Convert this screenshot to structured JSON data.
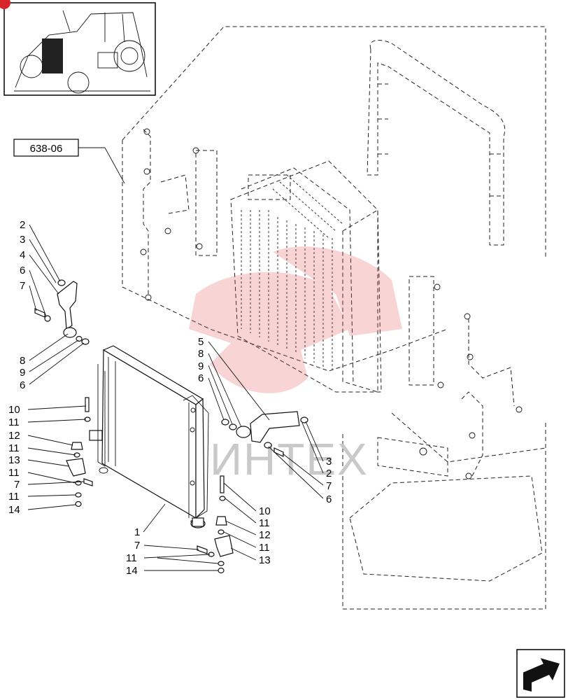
{
  "reference_box": {
    "text": "638-06"
  },
  "watermark": {
    "text": "ИНТЕХ",
    "color": "#e23b3b"
  },
  "labels": {
    "l2a": "2",
    "l3a": "3",
    "l4a": "4",
    "l6a": "6",
    "l7a": "7",
    "l8a": "8",
    "l9a": "9",
    "l6b": "6",
    "l5b": "5",
    "l8b": "8",
    "l9b": "9",
    "l6c": "6",
    "l3b": "3",
    "l2b": "2",
    "l7b": "7",
    "l6d": "6",
    "l10a": "10",
    "l11a": "11",
    "l12a": "12",
    "l11b": "11",
    "l13a": "13",
    "l11c": "11",
    "l7c": "7",
    "l11d": "11",
    "l14a": "14",
    "l1": "1",
    "l10b": "10",
    "l11e": "11",
    "l12b": "12",
    "l11f": "11",
    "l13b": "13",
    "l7d": "7",
    "l11g": "11",
    "l14b": "14"
  },
  "icons": {
    "thumbnail": "tractor-thumbnail-icon",
    "next": "next-page-arrow-icon"
  }
}
